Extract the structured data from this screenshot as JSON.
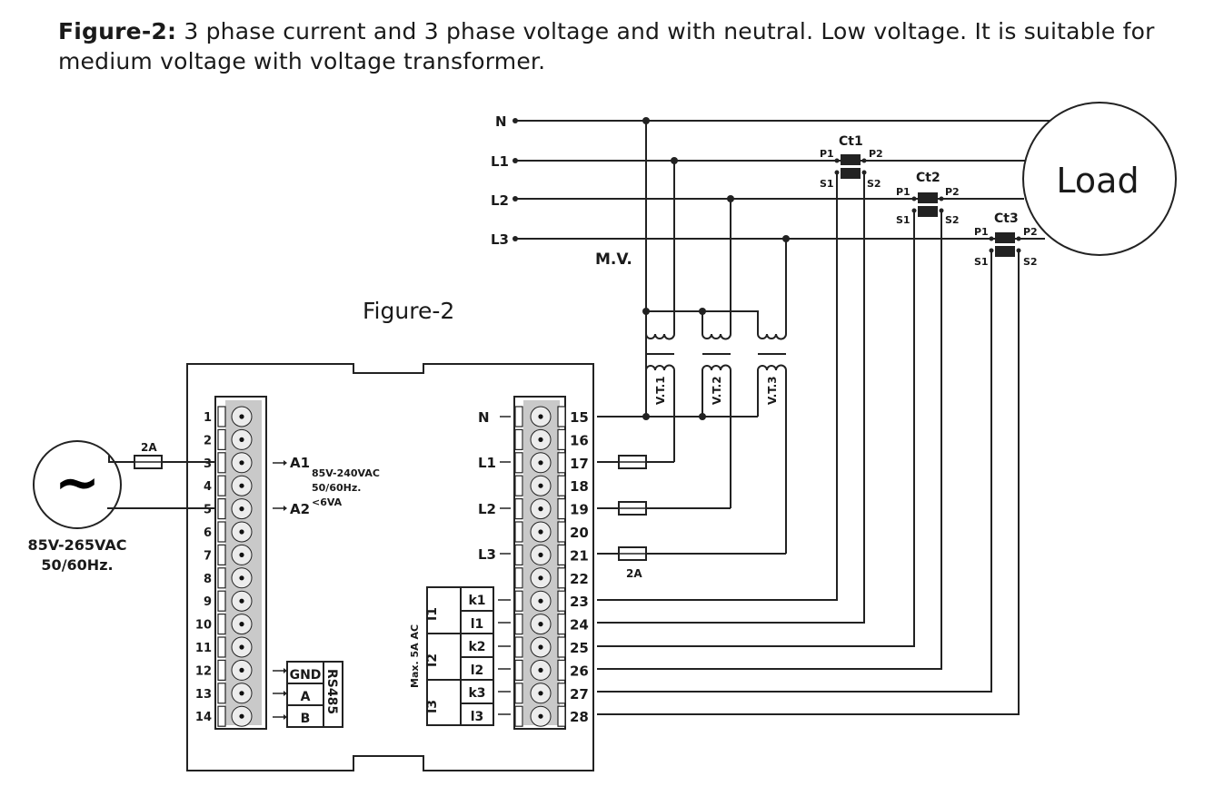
{
  "caption": {
    "bold": "Figure-2:",
    "text": " 3 phase current and 3 phase voltage and with neutral. Low voltage. It is suitable for medium voltage with voltage transformer."
  },
  "figure_label": "Figure-2",
  "lines": [
    "N",
    "L1",
    "L2",
    "L3"
  ],
  "mv_label": "M.V.",
  "load_label": "Load",
  "cts": [
    {
      "name": "Ct1",
      "p1": "P1",
      "p2": "P2",
      "s1": "S1",
      "s2": "S2"
    },
    {
      "name": "Ct2",
      "p1": "P1",
      "p2": "P2",
      "s1": "S1",
      "s2": "S2"
    },
    {
      "name": "Ct3",
      "p1": "P1",
      "p2": "P2",
      "s1": "S1",
      "s2": "S2"
    }
  ],
  "vts": [
    "V.T.1",
    "V.T.2",
    "V.T.3"
  ],
  "supply": {
    "voltage": "85V-265VAC",
    "freq": "50/60Hz.",
    "fuse": "2A",
    "symbol": "~"
  },
  "aux": {
    "a1": "A1",
    "a2": "A2",
    "spec1": "85V-240VAC",
    "spec2": "50/60Hz.",
    "spec3": "<6VA"
  },
  "rs485": {
    "title": "RS485",
    "pins": [
      "GND",
      "A",
      "B"
    ]
  },
  "left_terminals": [
    "1",
    "2",
    "3",
    "4",
    "5",
    "6",
    "7",
    "8",
    "9",
    "10",
    "11",
    "12",
    "13",
    "14"
  ],
  "right_terminals": [
    "15",
    "16",
    "17",
    "18",
    "19",
    "20",
    "21",
    "22",
    "23",
    "24",
    "25",
    "26",
    "27",
    "28"
  ],
  "voltage_inputs": [
    "N",
    "L1",
    "L2",
    "L3"
  ],
  "voltage_fuse": "2A",
  "current_inputs": {
    "max": "Max. 5A AC",
    "groups": [
      "I1",
      "I2",
      "I3"
    ],
    "labels": [
      "k1",
      "l1",
      "k2",
      "l2",
      "k3",
      "l3"
    ]
  }
}
